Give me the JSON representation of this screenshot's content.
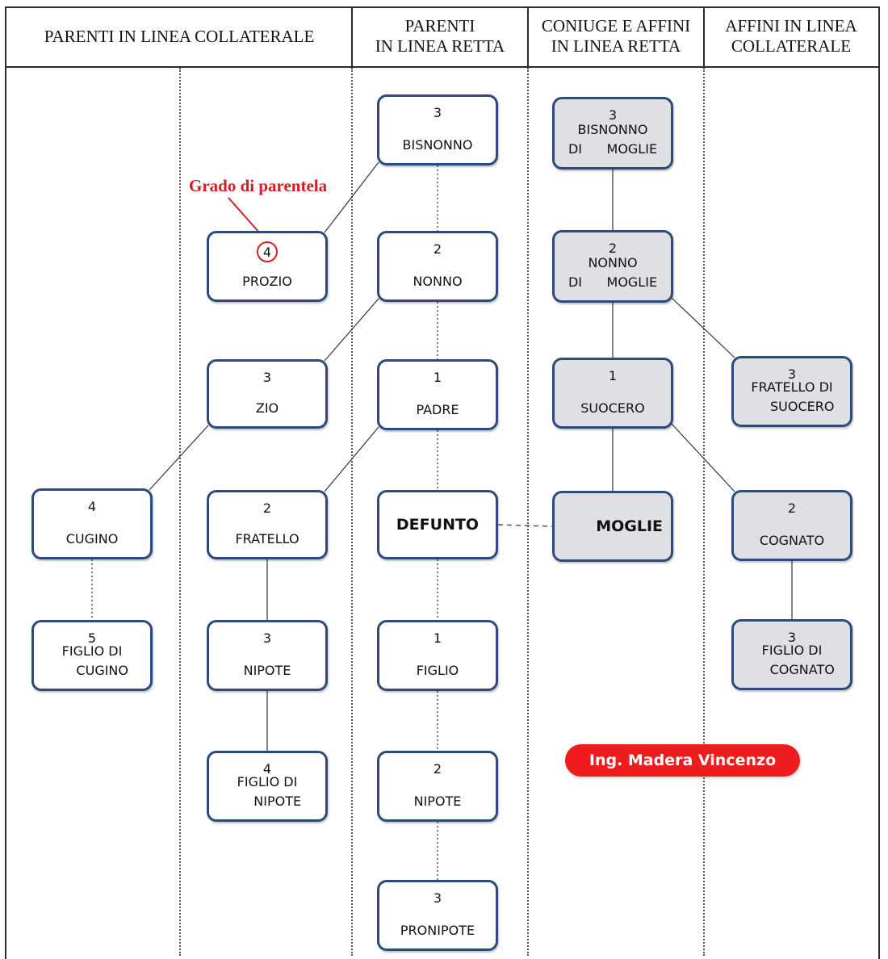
{
  "headers": [
    {
      "id": "parenti-collaterale",
      "label": "PARENTI IN LINEA COLLATERALE"
    },
    {
      "id": "parenti-retta",
      "label": "PARENTI\nIN LINEA RETTA"
    },
    {
      "id": "coniuge-affini-retta",
      "label": "CONIUGE E AFFINI\nIN LINEA RETTA"
    },
    {
      "id": "affini-collaterale",
      "label": "AFFINI IN LINEA\nCOLLATERALE"
    }
  ],
  "annotation": {
    "label": "Grado di parentela"
  },
  "author_badge": {
    "label": "Ing. Madera Vincenzo",
    "color": "#ee1c1c"
  },
  "colors": {
    "node_border": "#2c4a7c",
    "affini_fill": "#dfe0e3",
    "annotation": "#d21f26"
  },
  "nodes": [
    {
      "id": "bisnonno",
      "degree": "3",
      "label": "BISNONNO",
      "group": "parenti-retta"
    },
    {
      "id": "nonno",
      "degree": "2",
      "label": "NONNO",
      "group": "parenti-retta"
    },
    {
      "id": "padre",
      "degree": "1",
      "label": "PADRE",
      "group": "parenti-retta"
    },
    {
      "id": "defunto",
      "degree": "",
      "label": "DEFUNTO",
      "group": "parenti-retta"
    },
    {
      "id": "figlio",
      "degree": "1",
      "label": "FIGLIO",
      "group": "parenti-retta"
    },
    {
      "id": "nipote-retta",
      "degree": "2",
      "label": "NIPOTE",
      "group": "parenti-retta"
    },
    {
      "id": "pronipote",
      "degree": "3",
      "label": "PRONIPOTE",
      "group": "parenti-retta"
    },
    {
      "id": "prozio",
      "degree": "4",
      "label": "PROZIO",
      "group": "parenti-collaterale",
      "highlighted_degree": true
    },
    {
      "id": "zio",
      "degree": "3",
      "label": "ZIO",
      "group": "parenti-collaterale"
    },
    {
      "id": "fratello",
      "degree": "2",
      "label": "FRATELLO",
      "group": "parenti-collaterale"
    },
    {
      "id": "nipote-coll",
      "degree": "3",
      "label": "NIPOTE",
      "group": "parenti-collaterale"
    },
    {
      "id": "figlio-nipote",
      "degree": "4",
      "label": "FIGLIO DI\n     NIPOTE",
      "group": "parenti-collaterale"
    },
    {
      "id": "cugino",
      "degree": "4",
      "label": "CUGINO",
      "group": "parenti-collaterale"
    },
    {
      "id": "figlio-cugino",
      "degree": "5",
      "label": "FIGLIO DI\n     CUGINO",
      "group": "parenti-collaterale"
    },
    {
      "id": "bisnonno-moglie",
      "degree": "3",
      "label": "BISNONNO\nDI      MOGLIE",
      "group": "coniuge-affini-retta"
    },
    {
      "id": "nonno-moglie",
      "degree": "2",
      "label": "NONNO\nDI      MOGLIE",
      "group": "coniuge-affini-retta"
    },
    {
      "id": "suocero",
      "degree": "1",
      "label": "SUOCERO",
      "group": "coniuge-affini-retta"
    },
    {
      "id": "moglie",
      "degree": "",
      "label": "MOGLIE",
      "group": "coniuge-affini-retta"
    },
    {
      "id": "fratello-suocero",
      "degree": "3",
      "label": "FRATELLO DI\n     SUOCERO",
      "group": "affini-collaterale"
    },
    {
      "id": "cognato",
      "degree": "2",
      "label": "COGNATO",
      "group": "affini-collaterale"
    },
    {
      "id": "figlio-cognato",
      "degree": "3",
      "label": "FIGLIO DI\n     COGNATO",
      "group": "affini-collaterale"
    }
  ],
  "edges": [
    {
      "from": "bisnonno",
      "to": "nonno",
      "style": "dotted"
    },
    {
      "from": "nonno",
      "to": "padre",
      "style": "dotted"
    },
    {
      "from": "padre",
      "to": "defunto",
      "style": "dotted"
    },
    {
      "from": "defunto",
      "to": "figlio",
      "style": "dotted"
    },
    {
      "from": "figlio",
      "to": "nipote-retta",
      "style": "dotted"
    },
    {
      "from": "nipote-retta",
      "to": "pronipote",
      "style": "dotted"
    },
    {
      "from": "bisnonno",
      "to": "prozio",
      "style": "solid"
    },
    {
      "from": "nonno",
      "to": "zio",
      "style": "solid"
    },
    {
      "from": "padre",
      "to": "fratello",
      "style": "solid"
    },
    {
      "from": "zio",
      "to": "cugino",
      "style": "solid"
    },
    {
      "from": "cugino",
      "to": "figlio-cugino",
      "style": "dotted"
    },
    {
      "from": "fratello",
      "to": "nipote-coll",
      "style": "solid"
    },
    {
      "from": "nipote-coll",
      "to": "figlio-nipote",
      "style": "solid"
    },
    {
      "from": "defunto",
      "to": "moglie",
      "style": "dashed"
    },
    {
      "from": "bisnonno-moglie",
      "to": "nonno-moglie",
      "style": "solid"
    },
    {
      "from": "nonno-moglie",
      "to": "suocero",
      "style": "solid"
    },
    {
      "from": "suocero",
      "to": "moglie",
      "style": "solid"
    },
    {
      "from": "nonno-moglie",
      "to": "fratello-suocero",
      "style": "solid"
    },
    {
      "from": "suocero",
      "to": "cognato",
      "style": "solid"
    },
    {
      "from": "cognato",
      "to": "figlio-cognato",
      "style": "solid"
    }
  ]
}
